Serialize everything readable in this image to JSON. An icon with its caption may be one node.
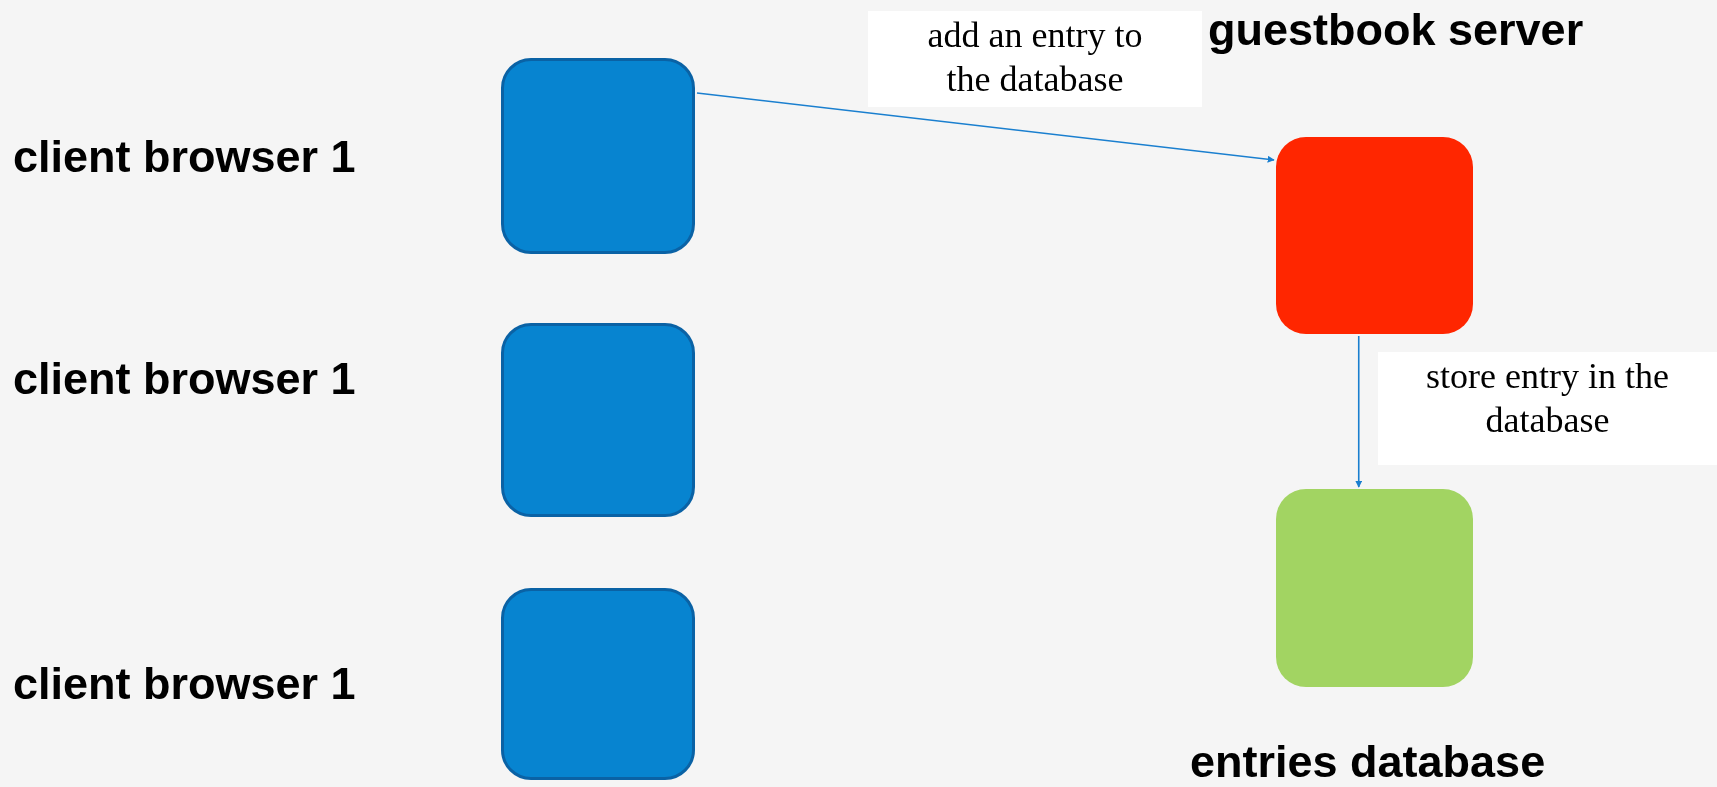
{
  "diagram": {
    "nodes": [
      {
        "text": [],
        "shape": "box",
        "beside": [
          "client browser 1"
        ]
      },
      {
        "text": [],
        "shape": "box",
        "beside": [
          "client browser 1"
        ]
      },
      {
        "text": [],
        "shape": "box",
        "beside": [
          "client browser 1"
        ]
      },
      {
        "text": [
          "guestbook server"
        ]
      },
      {
        "text": [
          "entries database"
        ]
      }
    ],
    "edges": [
      {
        "from": 0,
        "to": 3,
        "arrow": "to",
        "label": "add an entry to the database"
      },
      {
        "from": 3,
        "to": 4,
        "arrow": "to",
        "label": "store entry in the database"
      }
    ]
  }
}
